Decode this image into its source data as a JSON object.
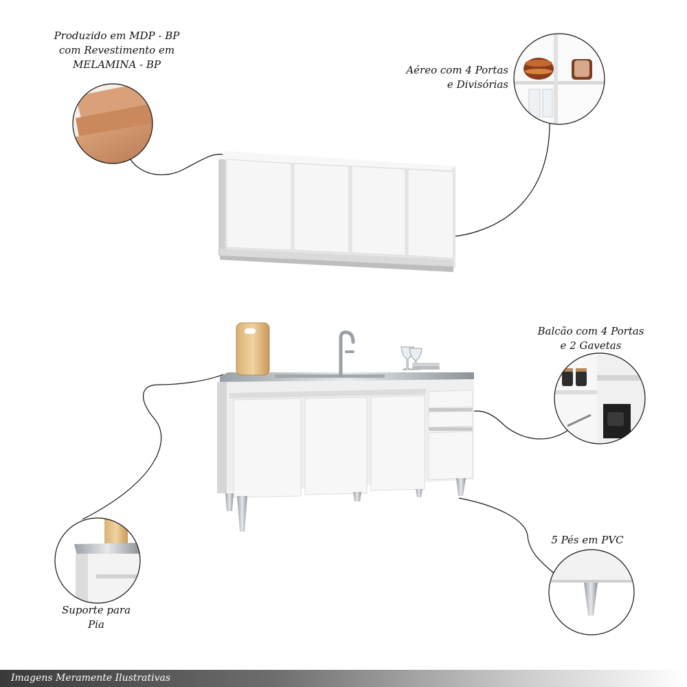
{
  "callouts": {
    "mdp": {
      "line1": "Produzido em MDP - BP",
      "line2": "com Revestimento em",
      "line3": "MELAMINA - BP"
    },
    "aereo": {
      "line1": "Aéreo com 4 Portas",
      "line2": "e Divisórias"
    },
    "balcao": {
      "line1": "Balcão com 4 Portas",
      "line2": "e 2 Gavetas"
    },
    "pes": {
      "line1": "5 Pés em PVC"
    },
    "suporte": {
      "line1": "Suporte para",
      "line2": "Pia"
    }
  },
  "footer": {
    "disclaimer": "Imagens Meramente Ilustrativas"
  },
  "colors": {
    "cabinet_white": "#f4f4f4",
    "cabinet_shadow": "#d9d9d9",
    "handle_gray": "#c8c8c8",
    "mdp_wood": "#c98e63",
    "steel": "#b8bcc0",
    "line": "#111111"
  }
}
